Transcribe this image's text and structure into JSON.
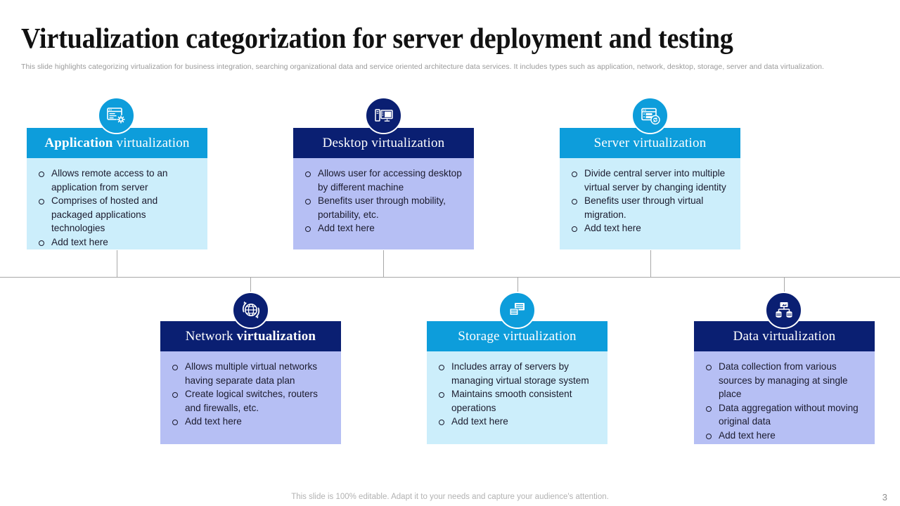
{
  "slide": {
    "title": "Virtualization categorization for server deployment and testing",
    "subtitle": "This slide highlights categorizing virtualization for business integration, searching organizational data and service oriented architecture data services. It includes types such as application, network, desktop, storage, server and data virtualization.",
    "footer_note": "This slide is 100% editable. Adapt it to your needs and capture your audience's attention.",
    "page_number": "3"
  },
  "colors": {
    "cyan": "#0D9DDB",
    "cyan_body": "#CCEEFB",
    "navy": "#0A1F72",
    "navy_body": "#B6BFF4",
    "title_text": "#111111",
    "subtitle_text": "#9A9A9A",
    "connector_line": "#A8A8A8"
  },
  "cards": [
    {
      "id": "application",
      "title_part1": "Application",
      "title_part2": "virtualization",
      "theme": "cyan",
      "icon": "app-window-gear-icon",
      "bullets": [
        "Allows remote access to an application from server",
        "Comprises of hosted and packaged applications technologies",
        "Add text here"
      ]
    },
    {
      "id": "desktop",
      "title_part1": "Desktop",
      "title_part2": "virtualization",
      "theme": "navy",
      "icon": "desktop-computer-icon",
      "bullets": [
        "Allows user for accessing desktop by different machine",
        "Benefits user through mobility, portability, etc.",
        "Add text here"
      ]
    },
    {
      "id": "server",
      "title_part1": "Server",
      "title_part2": "virtualization",
      "theme": "cyan",
      "icon": "server-window-refresh-icon",
      "bullets": [
        "Divide central server into multiple virtual server by changing identity",
        "Benefits user through virtual migration.",
        "Add text here"
      ]
    },
    {
      "id": "network",
      "title_part1": "Network",
      "title_part2": "virtualization",
      "theme": "navy",
      "icon": "globe-network-icon",
      "bullets": [
        "Allows multiple virtual networks having separate data plan",
        "Create logical switches, routers and firewalls, etc.",
        "Add text here"
      ]
    },
    {
      "id": "storage",
      "title_part1": "Storage",
      "title_part2": "virtualization",
      "theme": "cyan",
      "icon": "storage-stack-icon",
      "bullets": [
        "Includes array of servers by managing virtual storage system",
        "Maintains smooth consistent operations",
        "Add text here"
      ]
    },
    {
      "id": "data",
      "title_part1": "Data",
      "title_part2": "virtualization",
      "theme": "navy",
      "icon": "data-hierarchy-icon",
      "bullets": [
        "Data collection from various sources by managing at single place",
        "Data aggregation without moving original data",
        "Add text here"
      ]
    }
  ]
}
